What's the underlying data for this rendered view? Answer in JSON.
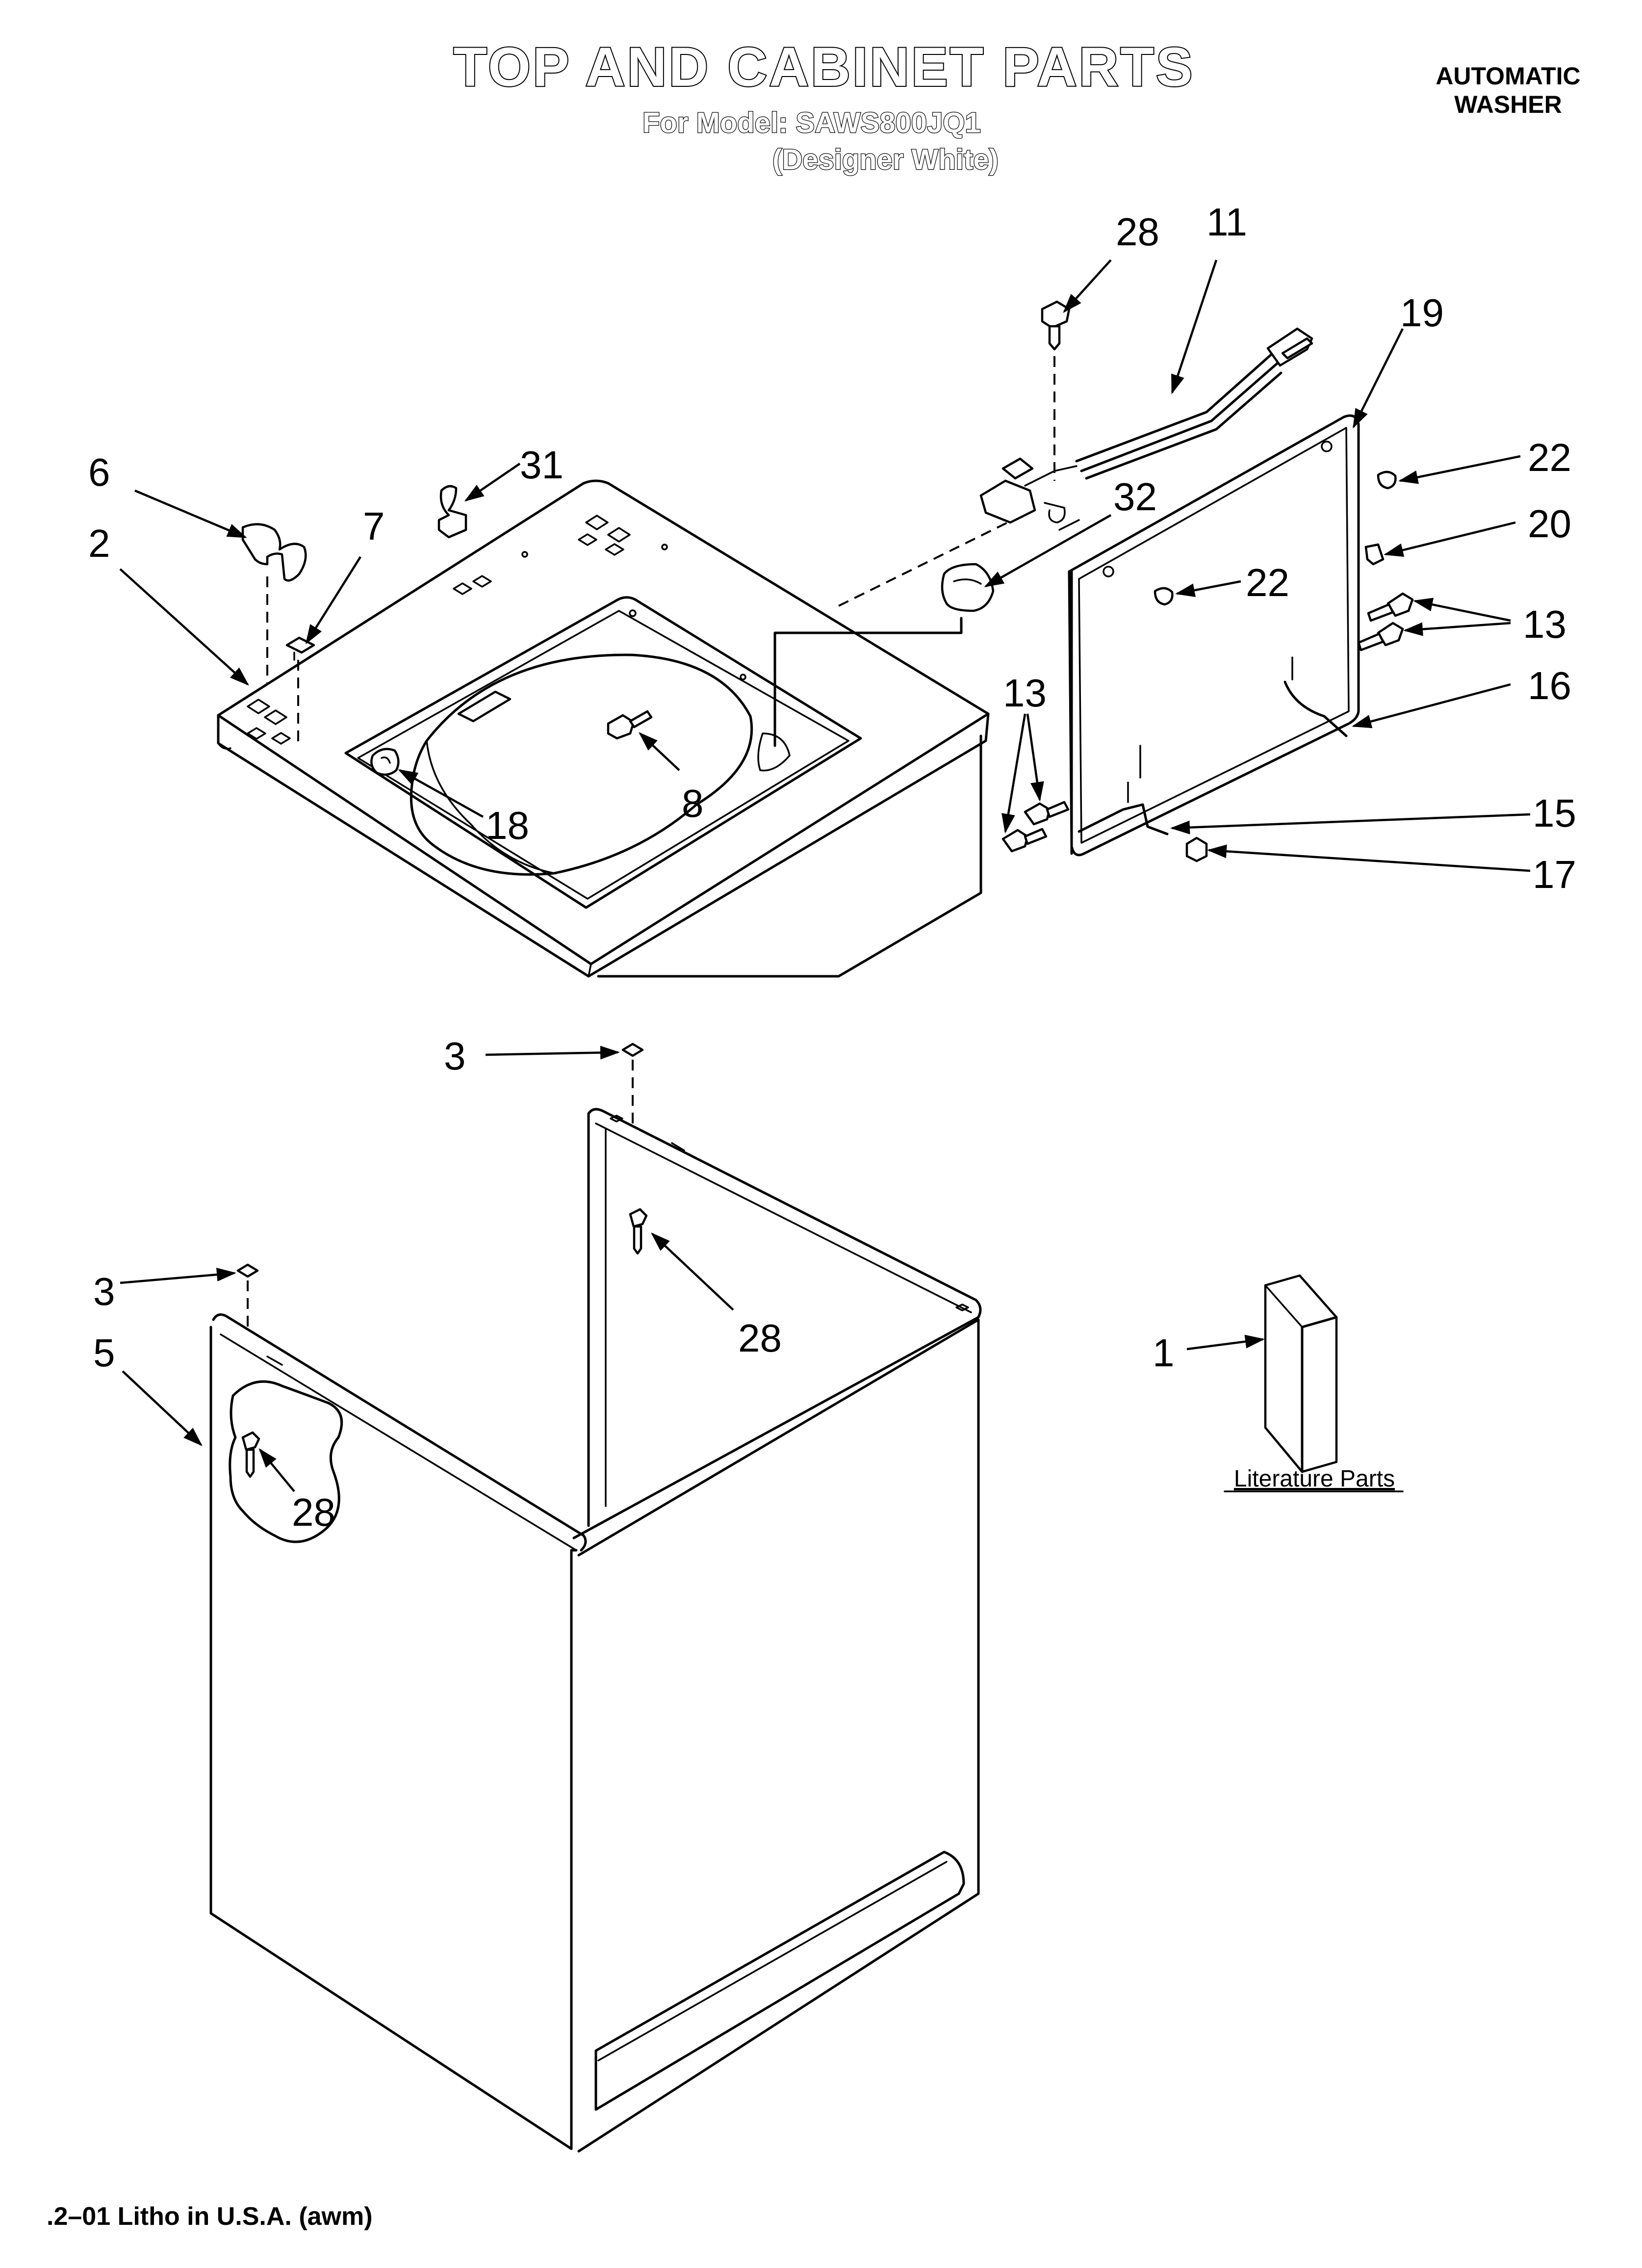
{
  "header": {
    "title": "TOP AND CABINET PARTS",
    "model_line": "For Model: SAWS800JQ1",
    "variant_line": "(Designer White)",
    "appliance_line1": "AUTOMATIC",
    "appliance_line2": "WASHER"
  },
  "callouts": {
    "c28_top": "28",
    "c11": "11",
    "c19": "19",
    "c6": "6",
    "c31": "31",
    "c2": "2",
    "c7": "7",
    "c32": "32",
    "c22_right": "22",
    "c20": "20",
    "c22_left": "22",
    "c13_right": "13",
    "c13_left": "13",
    "c16": "16",
    "c18": "18",
    "c8": "8",
    "c15": "15",
    "c17": "17",
    "c3_top": "3",
    "c3_left": "3",
    "c28_mid": "28",
    "c5": "5",
    "c1": "1",
    "c28_low": "28"
  },
  "literature_label": "Literature Parts",
  "footer": ".2–01 Litho in U.S.A. (awm)"
}
